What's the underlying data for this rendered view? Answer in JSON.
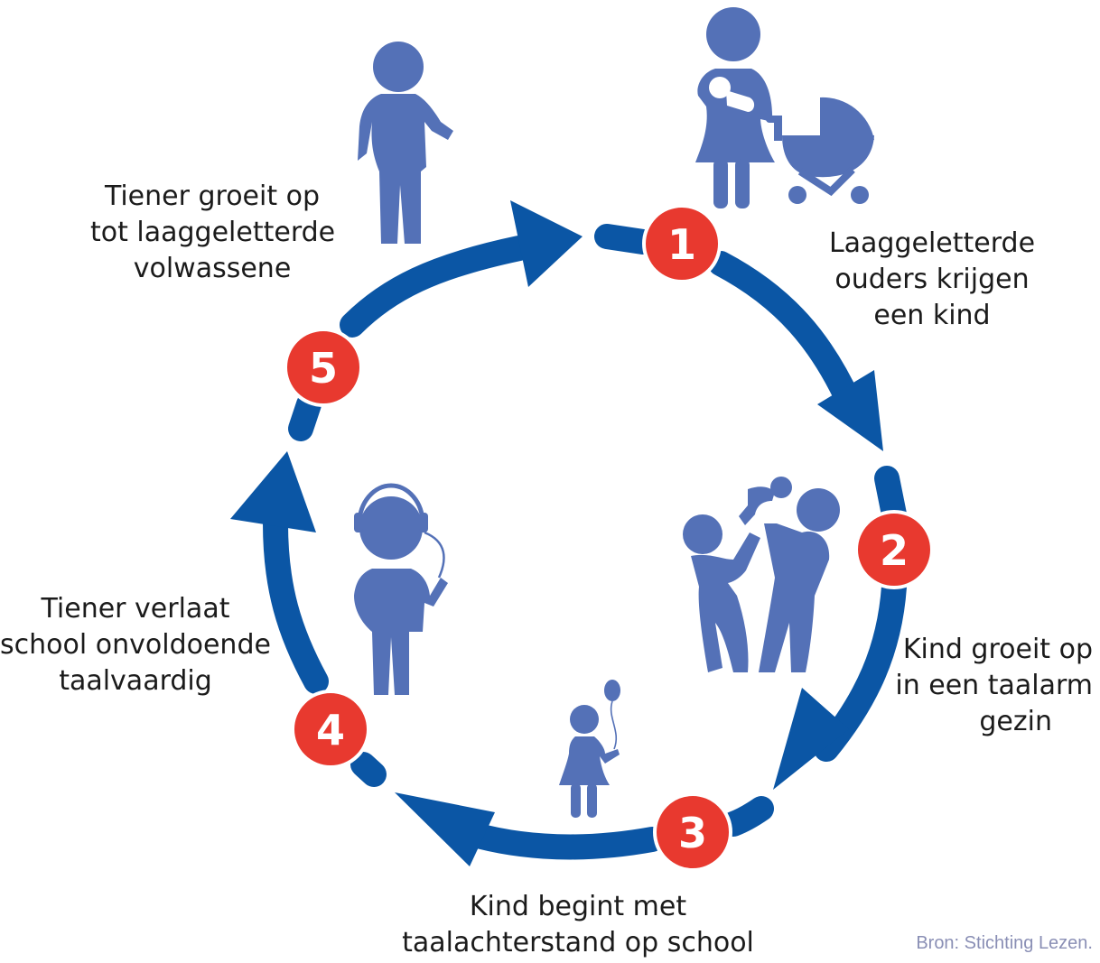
{
  "colors": {
    "arrow": "#0b56a5",
    "badge": "#e8392f",
    "figure": "#5471b7",
    "text": "#1b1b1b",
    "source": "#8a8fb5"
  },
  "steps": [
    {
      "number": "1",
      "lines": [
        "Laaggeletterde",
        "ouders krijgen",
        "een kind"
      ],
      "icon": "mother-with-baby-and-pram-icon"
    },
    {
      "number": "2",
      "lines": [
        "Kind groeit op",
        "in een taalarm",
        "gezin"
      ],
      "icon": "parents-lifting-child-icon"
    },
    {
      "number": "3",
      "lines": [
        "Kind begint met",
        "taalachterstand op school"
      ],
      "icon": "girl-with-balloon-icon"
    },
    {
      "number": "4",
      "lines": [
        "Tiener verlaat",
        "school onvoldoende",
        "taalvaardig"
      ],
      "icon": "teen-with-headphones-icon"
    },
    {
      "number": "5",
      "lines": [
        "Tiener groeit op",
        "tot laaggeletterde",
        "volwassene"
      ],
      "icon": "adult-person-icon"
    }
  ],
  "source": "Bron: Stichting Lezen."
}
